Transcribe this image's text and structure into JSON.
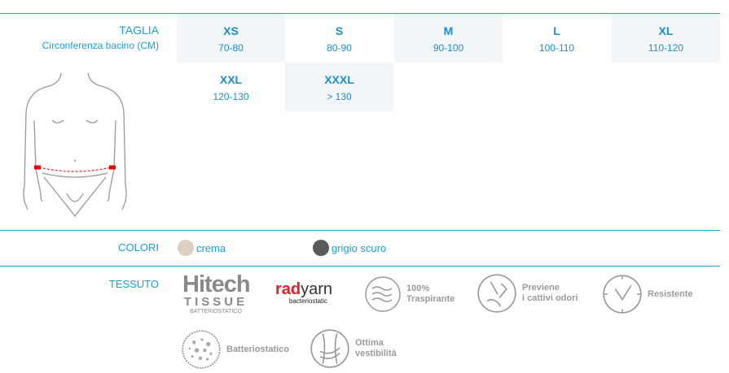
{
  "size_table": {
    "label": "TAGLIA",
    "sublabel": "Circonferenza bacino (CM)",
    "sizes": [
      {
        "size": "XS",
        "range": "70-80"
      },
      {
        "size": "S",
        "range": "80-90"
      },
      {
        "size": "M",
        "range": "90-100"
      },
      {
        "size": "L",
        "range": "100-110"
      },
      {
        "size": "XL",
        "range": "110-120"
      },
      {
        "size": "XXL",
        "range": "120-130"
      },
      {
        "size": "XXXL",
        "range": "> 130"
      }
    ]
  },
  "colors": {
    "label": "COLORI",
    "items": [
      {
        "name": "crema",
        "hex": "#ddd0bf"
      },
      {
        "name": "grigio scuro",
        "hex": "#5a5a5a"
      }
    ]
  },
  "fabric": {
    "label": "TESSUTO",
    "hitech": {
      "line1": "Hitech",
      "line2": "TISSUE",
      "line3": "BATTERIOSTATICO"
    },
    "radyarn": {
      "red": "rad",
      "dark": "yarn",
      "sub": "bacteriostatic"
    },
    "features": [
      {
        "l1": "100%",
        "l2": "Traspirante"
      },
      {
        "l1": "Previene",
        "l2": "i cattivi odori"
      },
      {
        "l1": "Resistente",
        "l2": ""
      },
      {
        "l1": "Batteriostatico",
        "l2": ""
      },
      {
        "l1": "Ottima",
        "l2": "vestibilità"
      }
    ]
  },
  "accent": "#1a9fd5"
}
